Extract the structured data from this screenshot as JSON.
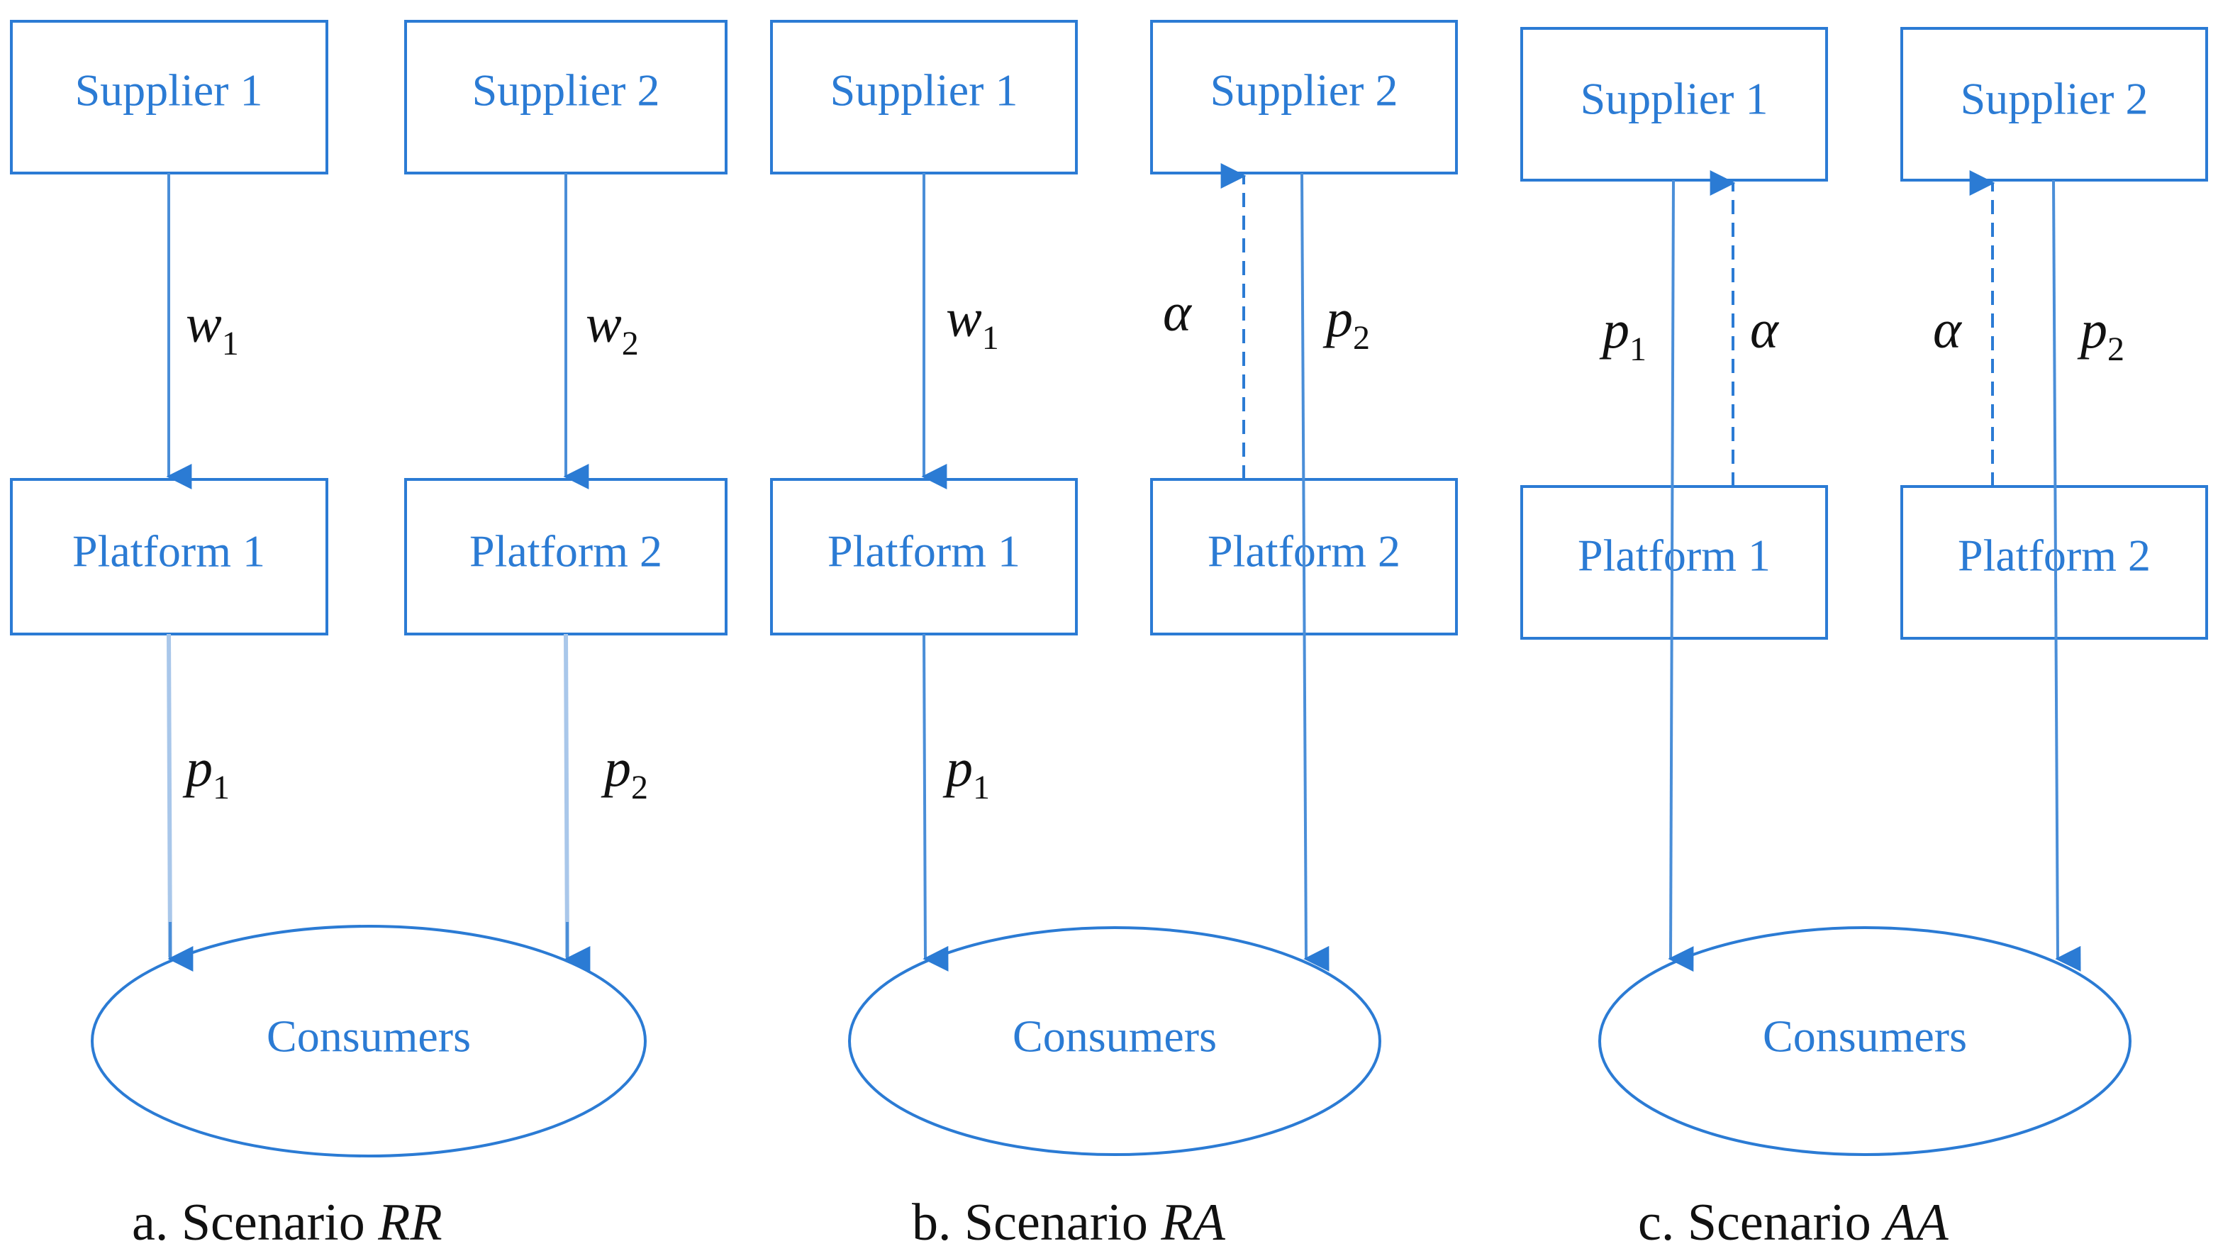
{
  "colors": {
    "box_stroke": "#2b7bd4",
    "box_text": "#2b7bd4",
    "arrow": "#4a8ed8",
    "label_text": "#111111"
  },
  "scenarios": [
    {
      "caption_prefix": "a. Scenario ",
      "caption_code": "RR",
      "supplier1": "Supplier 1",
      "supplier2": "Supplier 2",
      "platform1": "Platform 1",
      "platform2": "Platform 2",
      "consumers": "Consumers",
      "labels": {
        "w1_base": "w",
        "w1_sub": "1",
        "w2_base": "w",
        "w2_sub": "2",
        "p1_base": "p",
        "p1_sub": "1",
        "p2_base": "p",
        "p2_sub": "2"
      }
    },
    {
      "caption_prefix": "b. Scenario ",
      "caption_code": "RA",
      "supplier1": "Supplier 1",
      "supplier2": "Supplier 2",
      "platform1": "Platform 1",
      "platform2": "Platform 2",
      "consumers": "Consumers",
      "labels": {
        "w1_base": "w",
        "w1_sub": "1",
        "alpha": "α",
        "p2_base": "p",
        "p2_sub": "2",
        "p1_base": "p",
        "p1_sub": "1"
      }
    },
    {
      "caption_prefix": "c. Scenario ",
      "caption_code": "AA",
      "supplier1": "Supplier 1",
      "supplier2": "Supplier 2",
      "platform1": "Platform 1",
      "platform2": "Platform 2",
      "consumers": "Consumers",
      "labels": {
        "p1_base": "p",
        "p1_sub": "1",
        "alpha1": "α",
        "alpha2": "α",
        "p2_base": "p",
        "p2_sub": "2"
      }
    }
  ]
}
